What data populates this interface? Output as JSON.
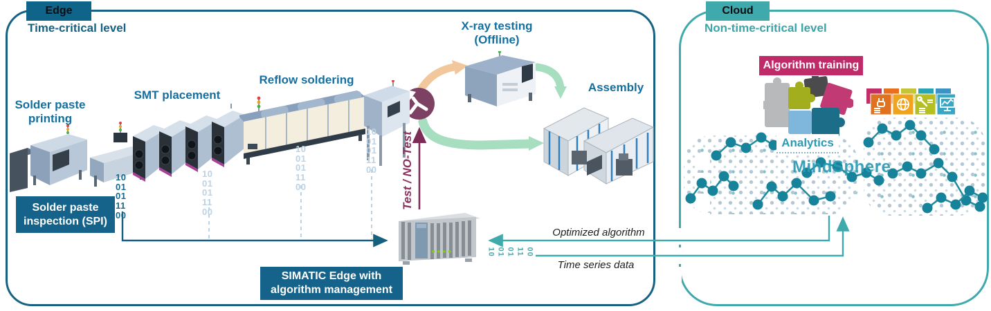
{
  "edge": {
    "tab_label": "Edge",
    "level_label": "Time-critical level",
    "station_solder_paste_printing": "Solder paste\nprinting",
    "station_smt_placement": "SMT placement",
    "station_reflow_soldering": "Reflow soldering",
    "station_xray_testing": "X-ray testing\n(Offline)",
    "station_assembly": "Assembly",
    "spi_box_label": "Solder paste\ninspection (SPI)",
    "simatic_box_label": "SIMATIC Edge with\nalgorithm management",
    "test_branch_label": "Test / NO-Test",
    "binary_column": "10\n01\n01\n11\n00"
  },
  "cloud": {
    "tab_label": "Cloud",
    "level_label": "Non-time-critical level",
    "algorithm_training_label": "Algorithm training",
    "analytics_label": "Analytics",
    "platform_name": "MindSphere"
  },
  "links": {
    "optimized_algorithm_label": "Optimized algorithm",
    "time_series_data_label": "Time series data",
    "binary_groups": [
      "10",
      "01",
      "01",
      "11",
      "00"
    ]
  },
  "colors": {
    "edge_blue": "#0f6489",
    "edge_border": "#176183",
    "cloud_teal": "#3fa9ac",
    "label_blue": "#146f9f",
    "magenta": "#c02a69",
    "maroon_branch": "#7d4263",
    "maroon_text": "#8c2f5f",
    "orange_arrow": "#f3c79c",
    "green_arrow": "#a7debf",
    "light_binary": "#bdd2e2",
    "mindsphere_teal": "#2a9bb5"
  }
}
